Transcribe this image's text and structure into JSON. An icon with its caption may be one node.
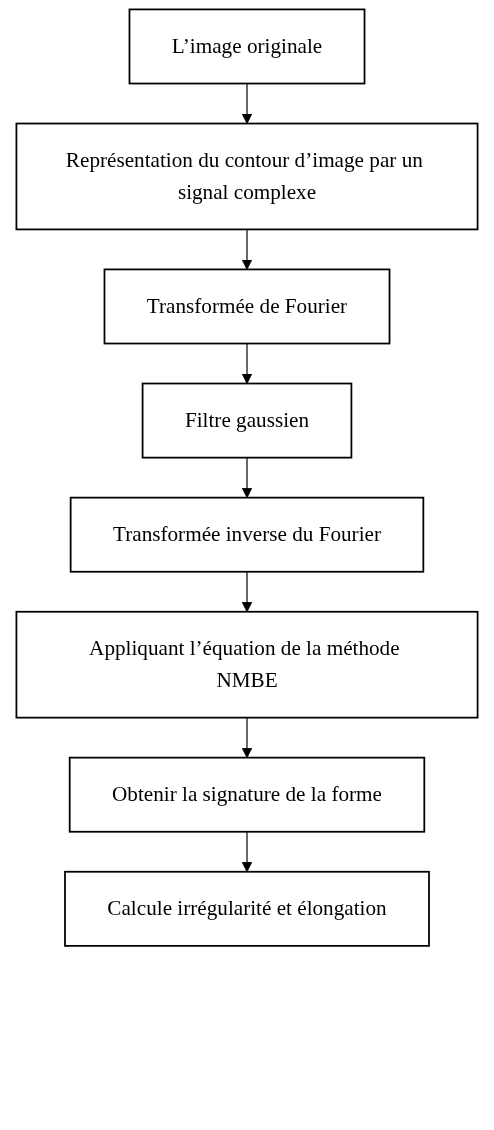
{
  "diagram": {
    "nodes": [
      {
        "text": [
          "L’image originale"
        ]
      },
      {
        "text": [
          "Représentation du contour d’image par un signal complexe"
        ]
      },
      {
        "text": [
          "Transformée de Fourier"
        ]
      },
      {
        "text": [
          "Filtre gaussien"
        ]
      },
      {
        "text": [
          "Transformée inverse du Fourier"
        ]
      },
      {
        "text": [
          "Appliquant l’équation de la méthode NMBE"
        ]
      },
      {
        "text": [
          "Obtenir la signature de la forme"
        ]
      },
      {
        "text": [
          "Calcule irrégularité et élongation"
        ]
      }
    ],
    "edges": [
      {
        "from": 0,
        "to": 1,
        "arrow": "to"
      },
      {
        "from": 1,
        "to": 2,
        "arrow": "to"
      },
      {
        "from": 2,
        "to": 3,
        "arrow": "to"
      },
      {
        "from": 3,
        "to": 4,
        "arrow": "to"
      },
      {
        "from": 4,
        "to": 5,
        "arrow": "to"
      },
      {
        "from": 5,
        "to": 6,
        "arrow": "to"
      },
      {
        "from": 6,
        "to": 7,
        "arrow": "to"
      }
    ]
  }
}
